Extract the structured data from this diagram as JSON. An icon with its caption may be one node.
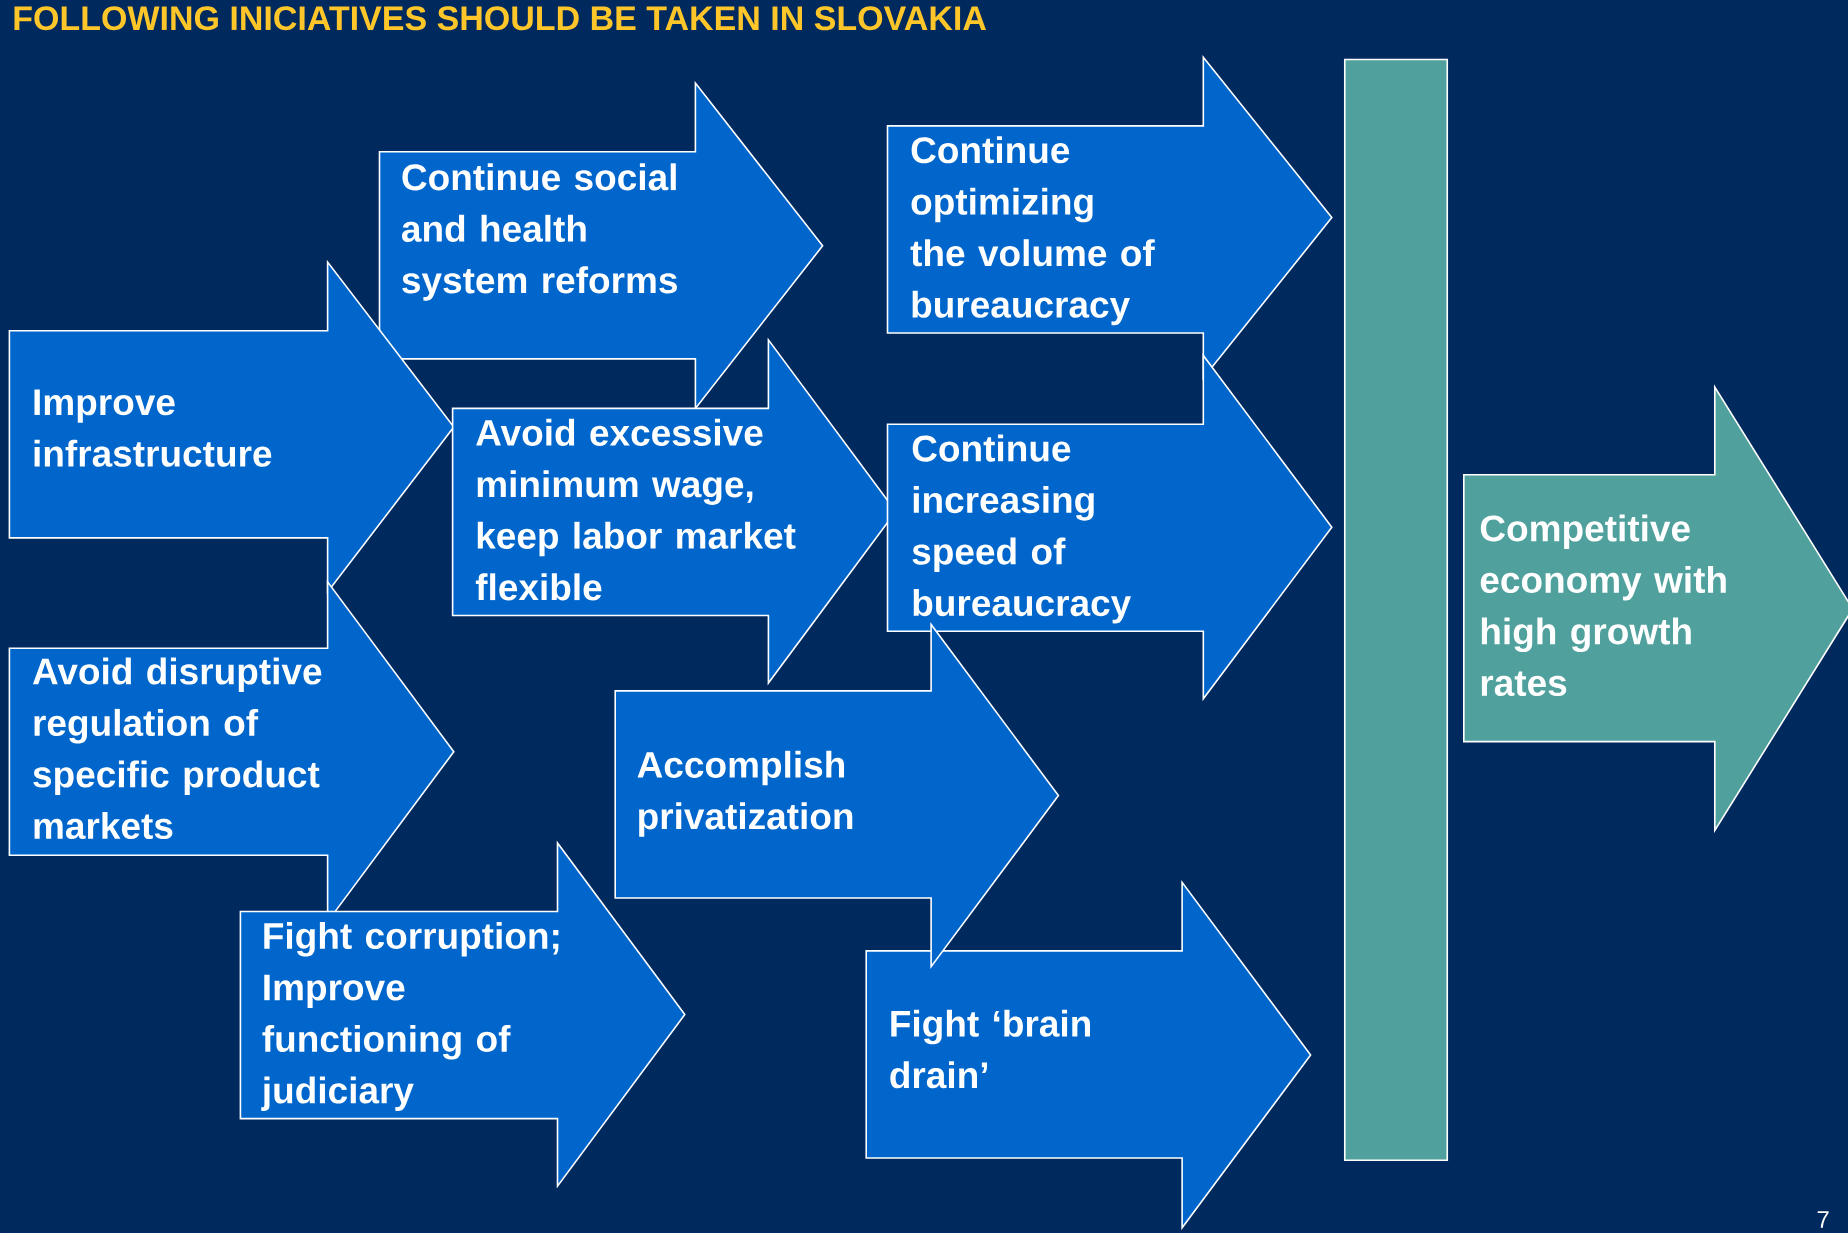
{
  "diagram": {
    "title": "FOLLOWING INICIATIVES SHOULD BE TAKEN IN SLOVAKIA",
    "nodes": [
      {
        "text": [
          "Continue social and health system reforms"
        ]
      },
      {
        "text": [
          "Continue optimizing the volume of bureaucracy"
        ]
      },
      {
        "text": [
          "Improve infrastructure"
        ]
      },
      {
        "text": [
          "Avoid excessive minimum wage, keep labor market flexible"
        ]
      },
      {
        "text": [
          "Continue increasing speed of bureaucracy"
        ]
      },
      {
        "text": [
          "Avoid disruptive regulation of specific product markets"
        ]
      },
      {
        "text": [
          "Accomplish privatization"
        ]
      },
      {
        "text": [
          "Fight corruption; Improve functioning of judiciary"
        ]
      },
      {
        "text": [
          "Fight ‘brain drain’"
        ]
      },
      {
        "text": [],
        "shape": "bar"
      },
      {
        "text": [
          "Competitive economy with high growth rates"
        ]
      }
    ],
    "labels": [
      "7"
    ]
  }
}
